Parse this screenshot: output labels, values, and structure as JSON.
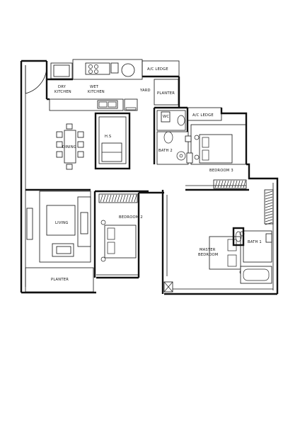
{
  "rooms": {
    "ac_ledge_top": "A/C LEDGE",
    "dry_kitchen": [
      "DRY",
      "KITCHEN"
    ],
    "wet_kitchen": [
      "WET",
      "KITCHEN"
    ],
    "yard": "YARD",
    "planter_top": "PLANTER",
    "wc": "WC",
    "ac_ledge_mid": "A/C LEDGE",
    "hs": "H.S",
    "dining": "DINING",
    "bath2": "BATH 2",
    "bedroom3": "BEDROOM 3",
    "living": "LIVING",
    "bedroom2": "BEDROOM 2",
    "master": [
      "MASTER",
      "BEDROOM"
    ],
    "bath1": "BATH 1",
    "planter_bottom": "PLANTER"
  }
}
